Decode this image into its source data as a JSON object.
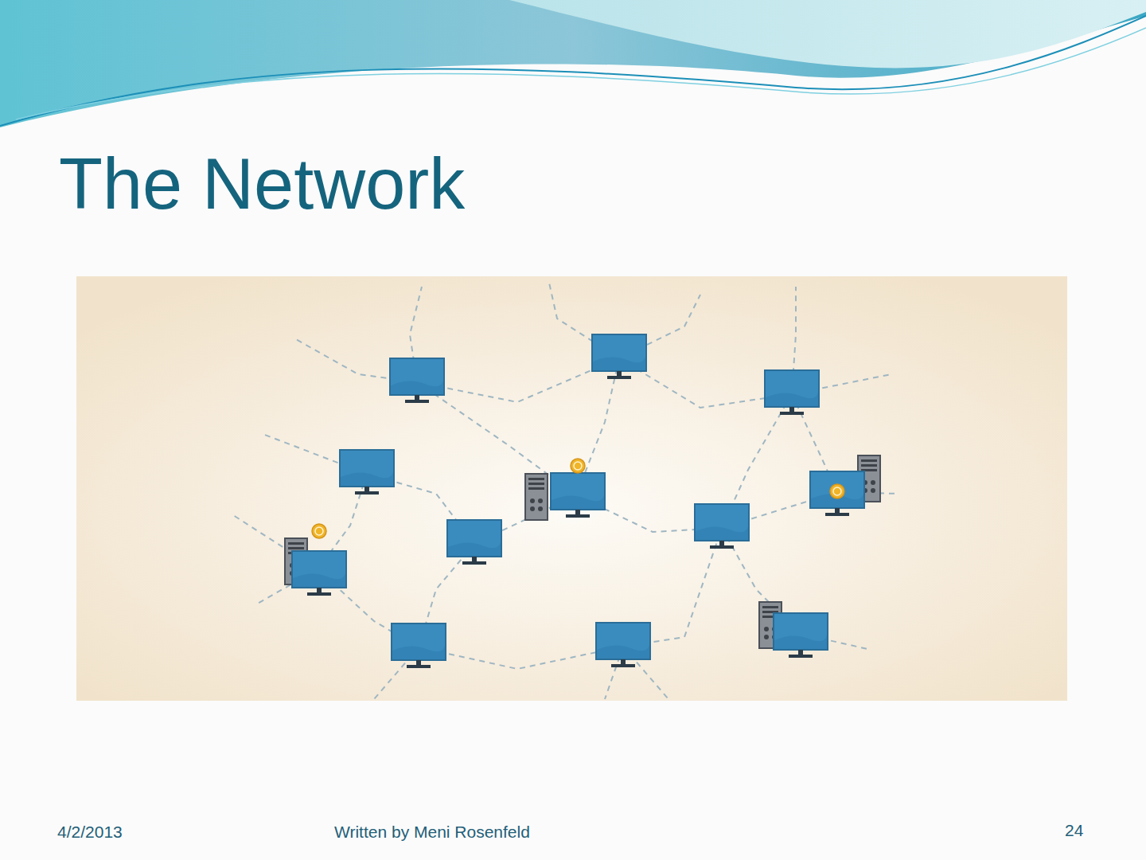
{
  "diagram": {
    "title": "The Network",
    "labels": [
      "4/2/2013",
      "Written by Meni Rosenfeld",
      "24"
    ]
  }
}
